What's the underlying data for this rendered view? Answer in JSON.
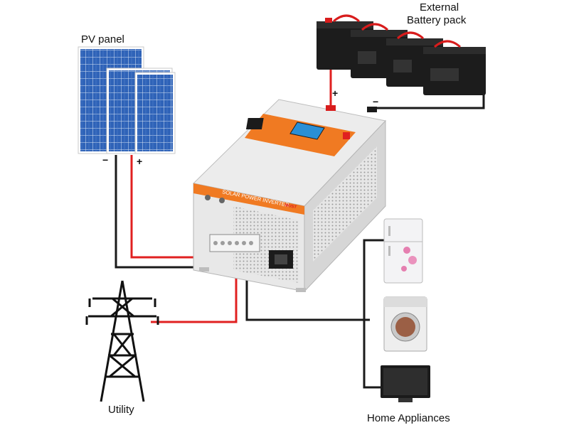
{
  "labels": {
    "pv_panel": "PV panel",
    "battery_line1": "External",
    "battery_line2": "Battery pack",
    "utility": "Utility",
    "home_appliances": "Home Appliances",
    "pv_minus": "−",
    "pv_plus": "+",
    "bat_plus": "+",
    "bat_minus": "−"
  },
  "inverter": {
    "front_text": "SOLAR POWER INVERTER",
    "brand": "MUST"
  },
  "colors": {
    "positive_wire": "#e02020",
    "negative_wire": "#1a1a1a",
    "panel_blue": "#2f63b8",
    "inverter_body": "#e8e8e8",
    "inverter_accent": "#f07a22",
    "battery_body": "#1c1c1c",
    "battery_terminal": "#d81c1c"
  },
  "icons": {
    "pv": "solar-panel-icon",
    "battery": "battery-icon",
    "inverter": "inverter-icon",
    "tower": "power-tower-icon",
    "fridge": "refrigerator-icon",
    "washer": "washing-machine-icon",
    "tv": "television-icon"
  }
}
